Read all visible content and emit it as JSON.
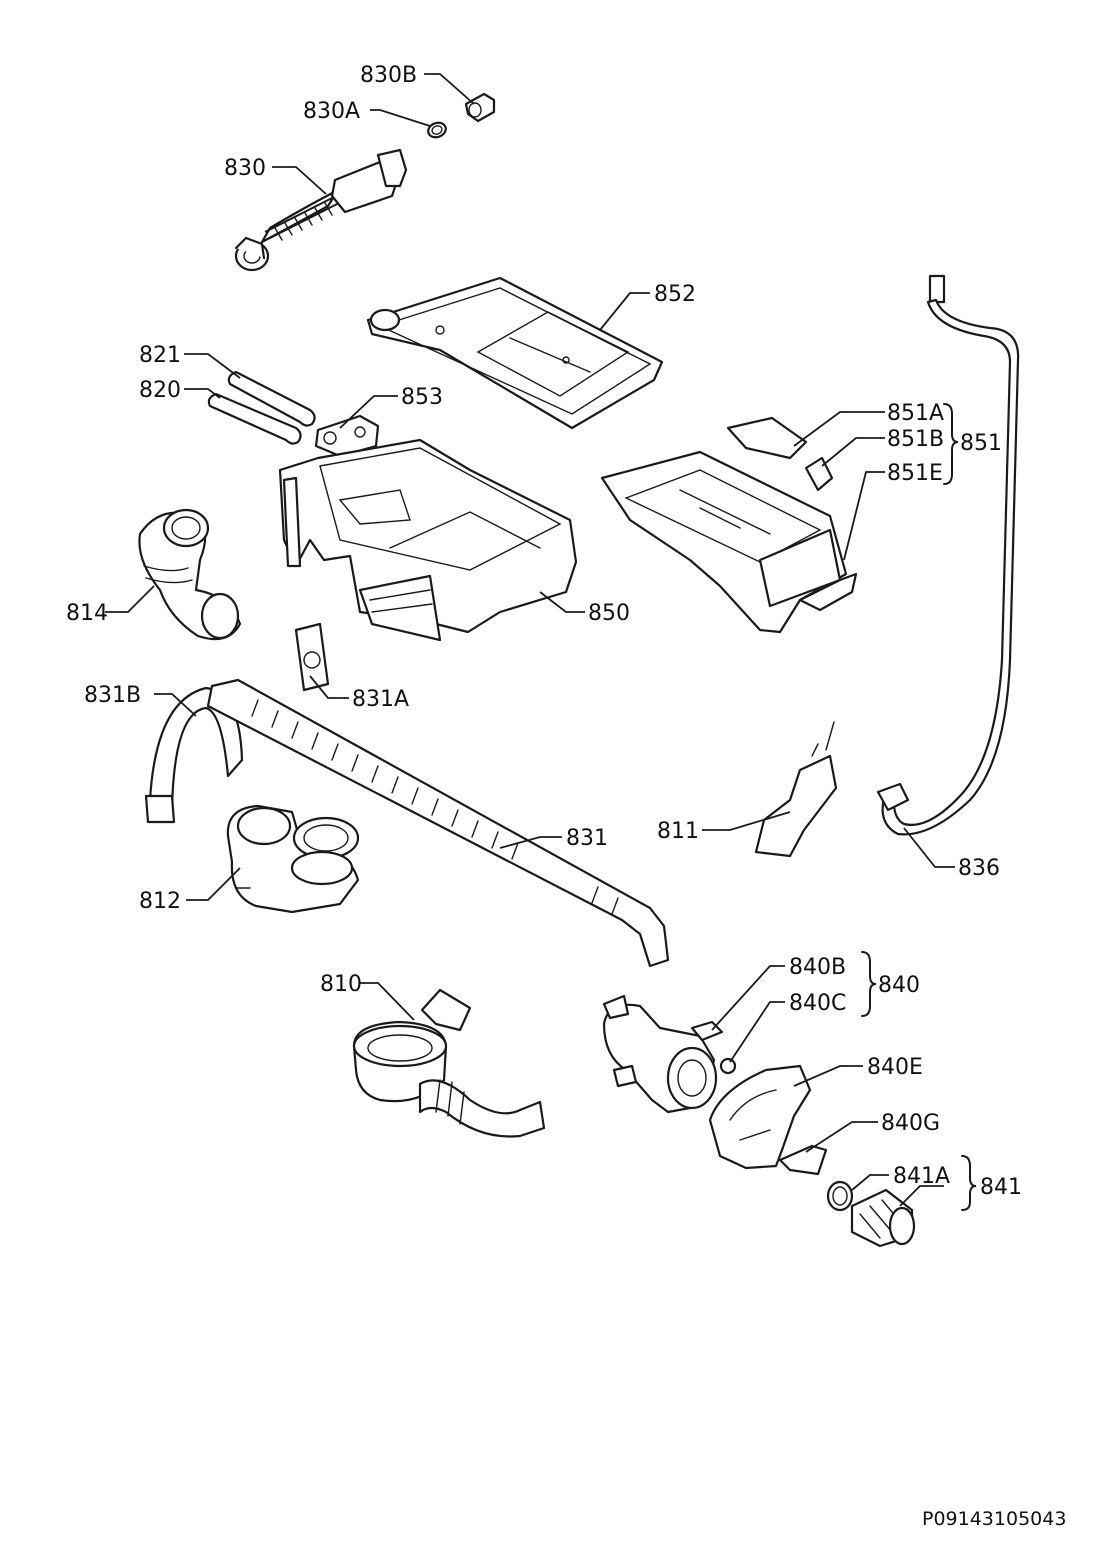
{
  "labels": {
    "l830B": "830B",
    "l830A": "830A",
    "l830": "830",
    "l852": "852",
    "l821": "821",
    "l820": "820",
    "l853": "853",
    "l851A": "851A",
    "l851B": "851B",
    "l851E": "851E",
    "l851": "851",
    "l814": "814",
    "l850": "850",
    "l831A": "831A",
    "l831B": "831B",
    "l831": "831",
    "l811": "811",
    "l836": "836",
    "l812": "812",
    "l810": "810",
    "l840B": "840B",
    "l840C": "840C",
    "l840": "840",
    "l840E": "840E",
    "l840G": "840G",
    "l841A": "841A",
    "l841": "841"
  },
  "document_code": "P09143105043"
}
